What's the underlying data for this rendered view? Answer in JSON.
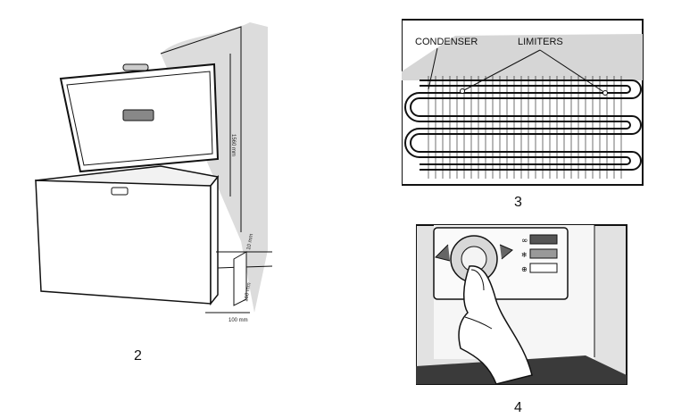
{
  "figures": [
    {
      "number": "2",
      "dimensions": {
        "height": "1560 mm",
        "top_gap": "10 mm",
        "mid_gap": "160 mm",
        "bottom_gap": "100 mm"
      }
    },
    {
      "number": "3",
      "labels": {
        "condenser": "CONDENSER",
        "limiters": "LIMITERS"
      }
    },
    {
      "number": "4",
      "icons": [
        "infinity-icon",
        "snowflake-icon",
        "power-icon"
      ]
    }
  ],
  "colors": {
    "line": "#111111",
    "wall_shade": "#d6d6d6",
    "panel_fill": "#f4f4f4"
  }
}
